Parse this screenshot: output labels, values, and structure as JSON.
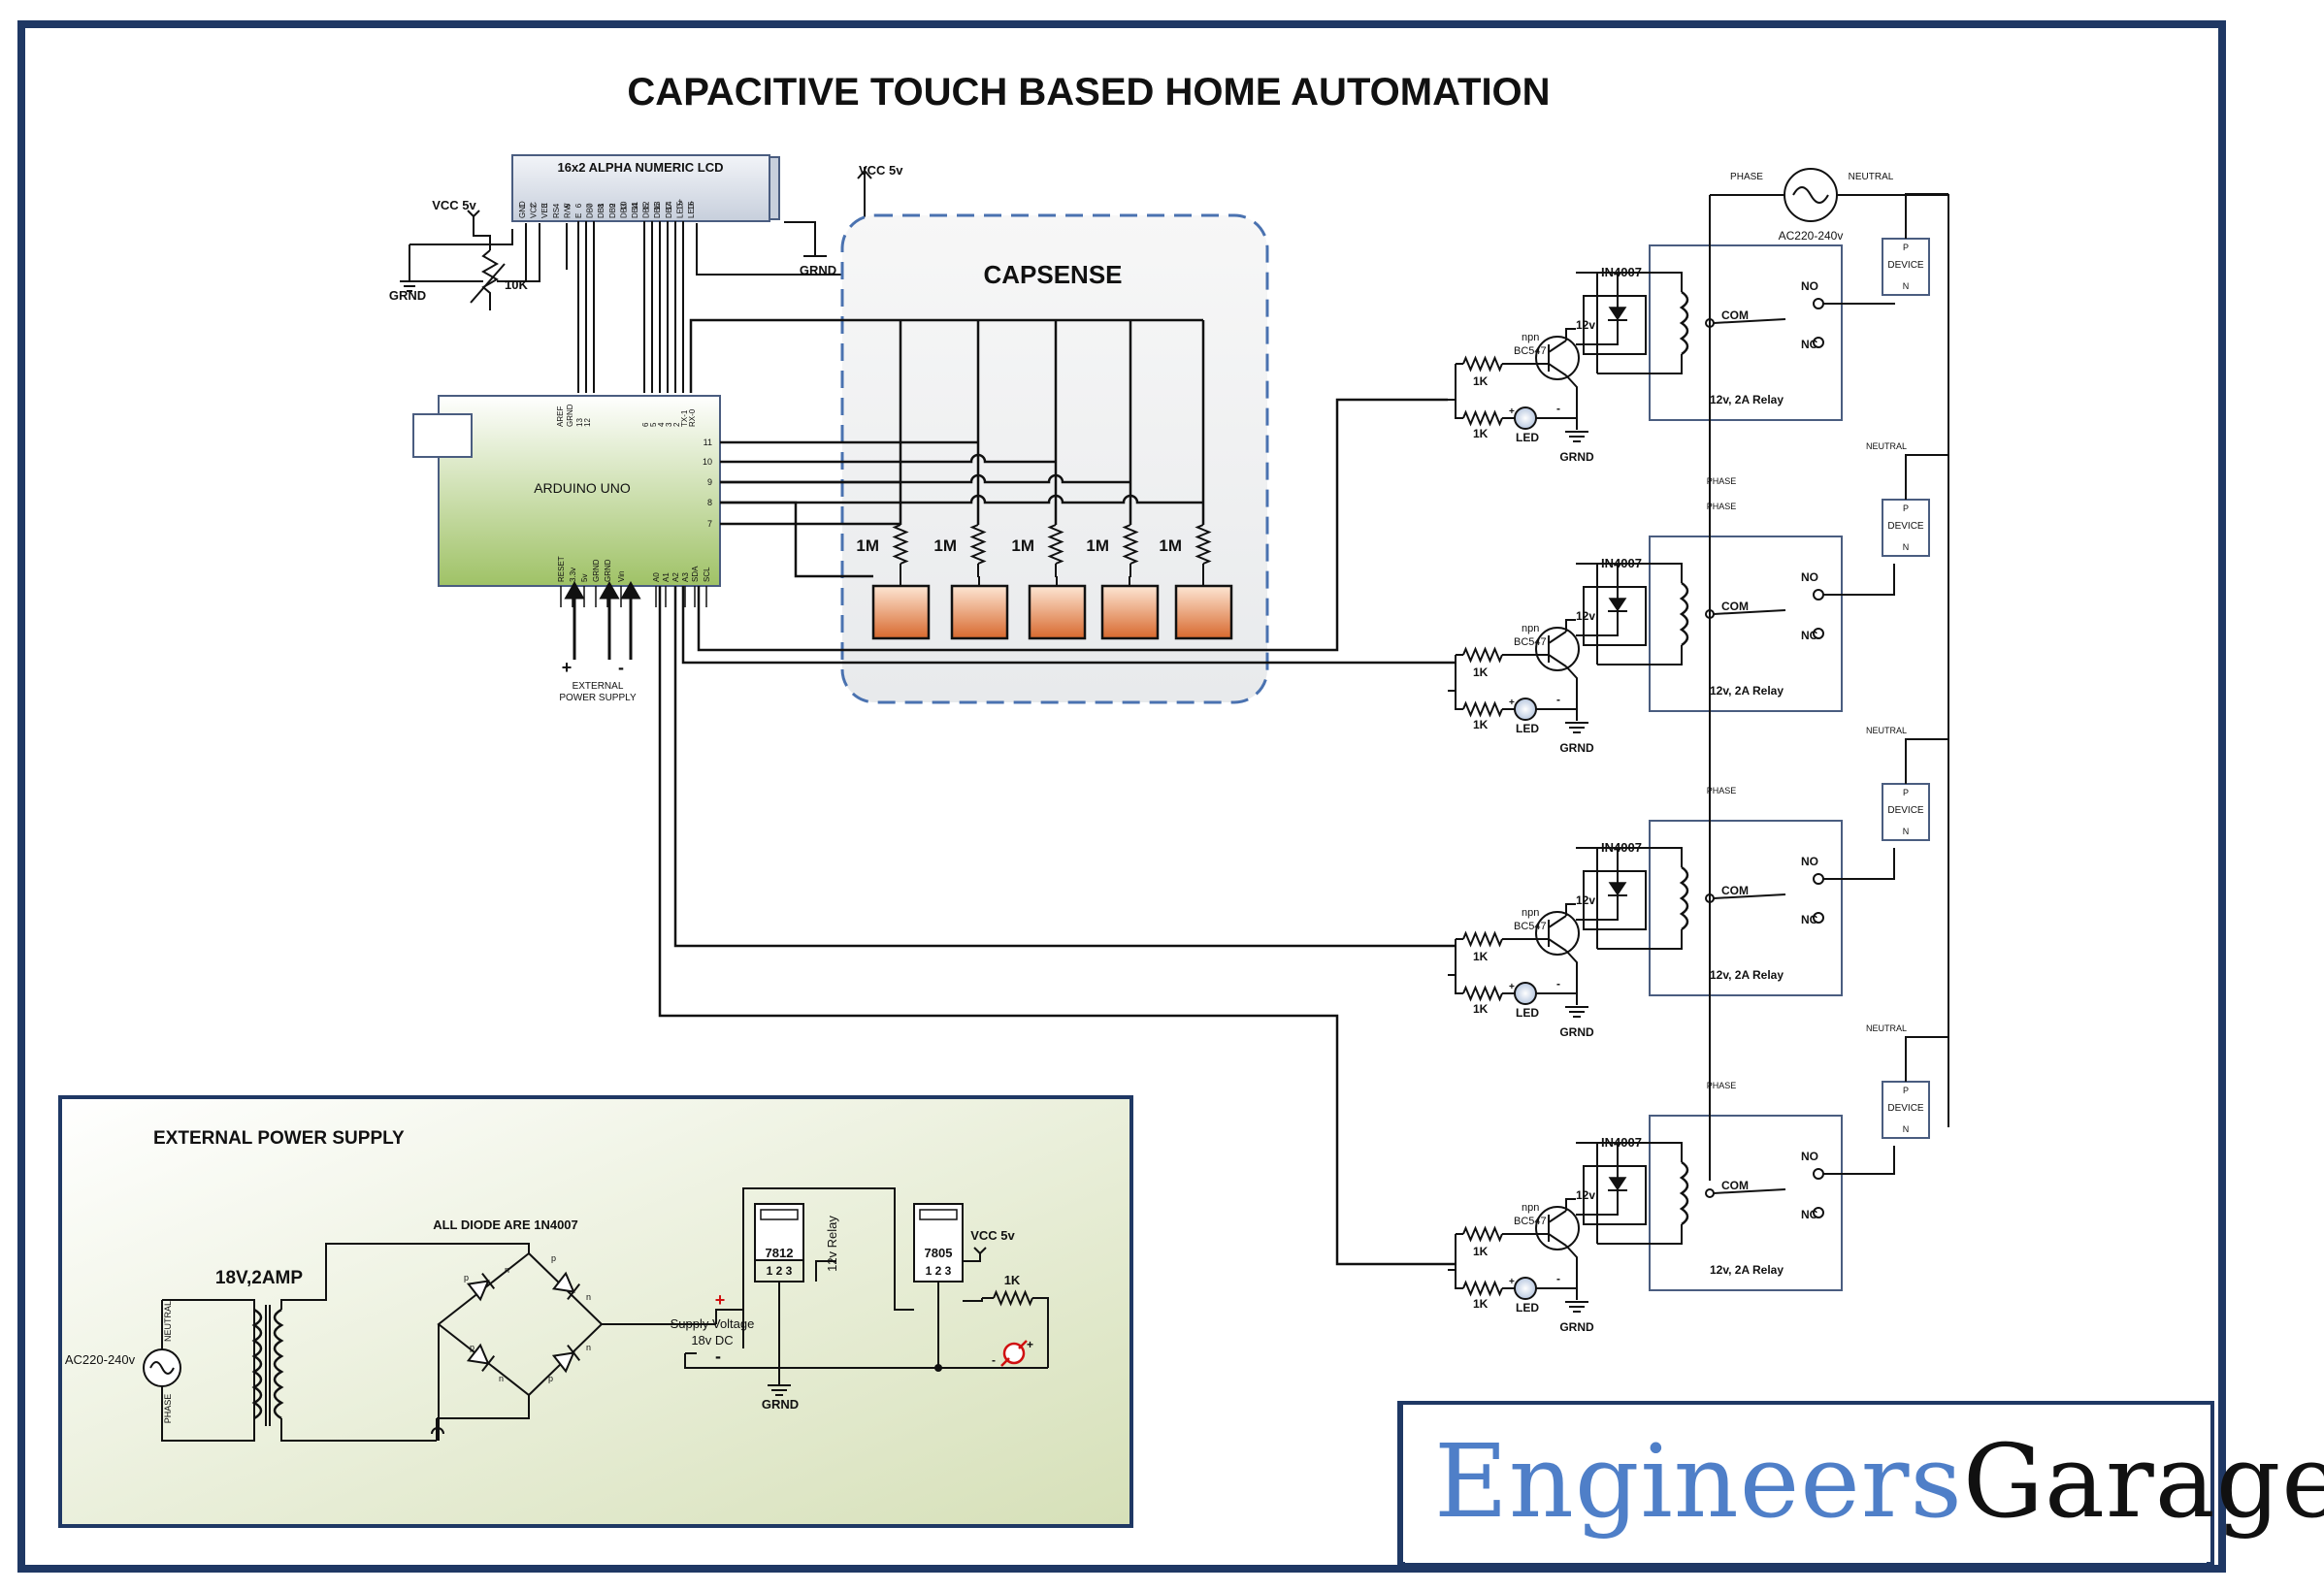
{
  "title": "CAPACITIVE TOUCH BASED HOME AUTOMATION",
  "lcd": {
    "title": "16x2 ALPHA NUMERIC LCD",
    "pins": [
      "GND",
      "VCC",
      "VEE",
      "RS",
      "R/W",
      "E",
      "DB0",
      "DB1",
      "DB2",
      "DB3",
      "DB4",
      "DB5",
      "DB6",
      "DB7",
      "LED+",
      "LED-"
    ],
    "pin_numbers": [
      "1",
      "2",
      "3",
      "4",
      "5",
      "6",
      "7",
      "8",
      "9",
      "10",
      "11",
      "12",
      "13",
      "14",
      "15",
      "16"
    ]
  },
  "vcc5v": "VCC 5v",
  "grnd": "GRND",
  "pot": "10K",
  "arduino": {
    "label": "ARDUINO UNO",
    "top_pins": [
      "AREF",
      "GRND",
      "13",
      "12",
      "6",
      "5",
      "4",
      "3",
      "2",
      "TX-1",
      "RX-0"
    ],
    "bottom_pins": [
      "RESET",
      "3.3v",
      "5v",
      "GRND",
      "GRND",
      "Vin",
      "A0",
      "A1",
      "A2",
      "A3",
      "SDA",
      "SCL"
    ],
    "side_pins": [
      "11",
      "10",
      "9",
      "8",
      "7"
    ]
  },
  "ext_supply": {
    "plus": "+",
    "minus": "-",
    "label_1": "EXTERNAL",
    "label_2": "POWER SUPPLY"
  },
  "capsense": {
    "title": "CAPSENSE",
    "resistor": "1M"
  },
  "driver": {
    "diode": "IN4007",
    "npn": "npn",
    "bc547": "BC547",
    "v12": "12v",
    "r1k": "1K",
    "led": "LED",
    "grnd": "GRND",
    "com": "COM",
    "no": "NO",
    "nc": "NC",
    "relay": "12v, 2A Relay",
    "phase": "PHASE",
    "neutral": "NEUTRAL",
    "device_p": "P",
    "device": "DEVICE",
    "device_n": "N",
    "plus": "+",
    "minus": "-"
  },
  "mains": {
    "phase": "PHASE",
    "neutral": "NEUTRAL",
    "ac": "AC220-240v"
  },
  "psu": {
    "title": "EXTERNAL POWER SUPPLY",
    "transformer": "18V,2AMP",
    "ac": "AC220-240v",
    "neutral": "NEUTRAL",
    "phase": "PHASE",
    "diodes_note": "ALL DIODE ARE 1N4007",
    "p": "p",
    "n": "n",
    "plus": "+",
    "minus": "-",
    "supply_1": "Supply Voltage",
    "supply_2": "18v DC",
    "reg1": "7812",
    "reg2": "7805",
    "pins": "1 2 3",
    "relay12": "12v Relay",
    "vcc": "VCC 5v",
    "r1k": "1K",
    "grnd": "GRND"
  },
  "logo": {
    "part1": "Engineers",
    "part2": "Garage"
  },
  "colors": {
    "frame": "#1f3864",
    "capsense_border": "#4a72b0",
    "pad": "#e07a3f",
    "led_red": "#d01010",
    "logo_blue": "#4f7fc8"
  }
}
